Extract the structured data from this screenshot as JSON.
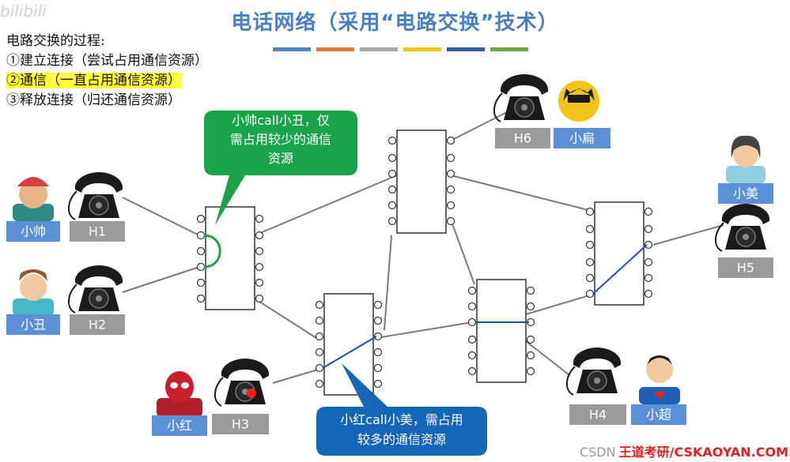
{
  "title": "电话网络（采用“电路交换”技术）",
  "accent_bars": [
    "#4f86c6",
    "#e07b39",
    "#a6a6a6",
    "#f5c518",
    "#2f5fa8",
    "#6aaa46"
  ],
  "watermark": "bilibili",
  "steps": {
    "heading": "电路交换的过程:",
    "step1": "①建立连接（尝试占用通信资源）",
    "step2": "②通信（一直占用通信资源）",
    "step3": "③释放连接（归还通信资源）"
  },
  "callouts": {
    "green": "小帅call小丑，仅需占用较少的通信资源",
    "green_lines": [
      "小帅call小丑，仅",
      "需占用较少的通信",
      "资源"
    ],
    "blue": "小红call小美，需占用较多的通信资源",
    "blue_lines": [
      "小红call小美，需占用",
      "较多的通信资源"
    ]
  },
  "hosts": {
    "h1": "H1",
    "h2": "H2",
    "h3": "H3",
    "h4": "H4",
    "h5": "H5",
    "h6": "H6"
  },
  "people": {
    "xiaoshuai": "小帅",
    "xiaochou": "小丑",
    "xiaohong": "小红",
    "xiaochao": "小超",
    "xiaomei": "小美",
    "xiaobian": "小扁"
  },
  "footer": {
    "csdn": "CSDN",
    "brand": "王道考研/CSKAOYAN.COM"
  },
  "colors": {
    "title": "#4a7ec3",
    "green_callout": "#1aa34a",
    "blue_callout": "#1666b8",
    "person_label": "#5b8fd6",
    "host_label": "#9a9a9a",
    "switch_line": "#1f4fa0"
  }
}
